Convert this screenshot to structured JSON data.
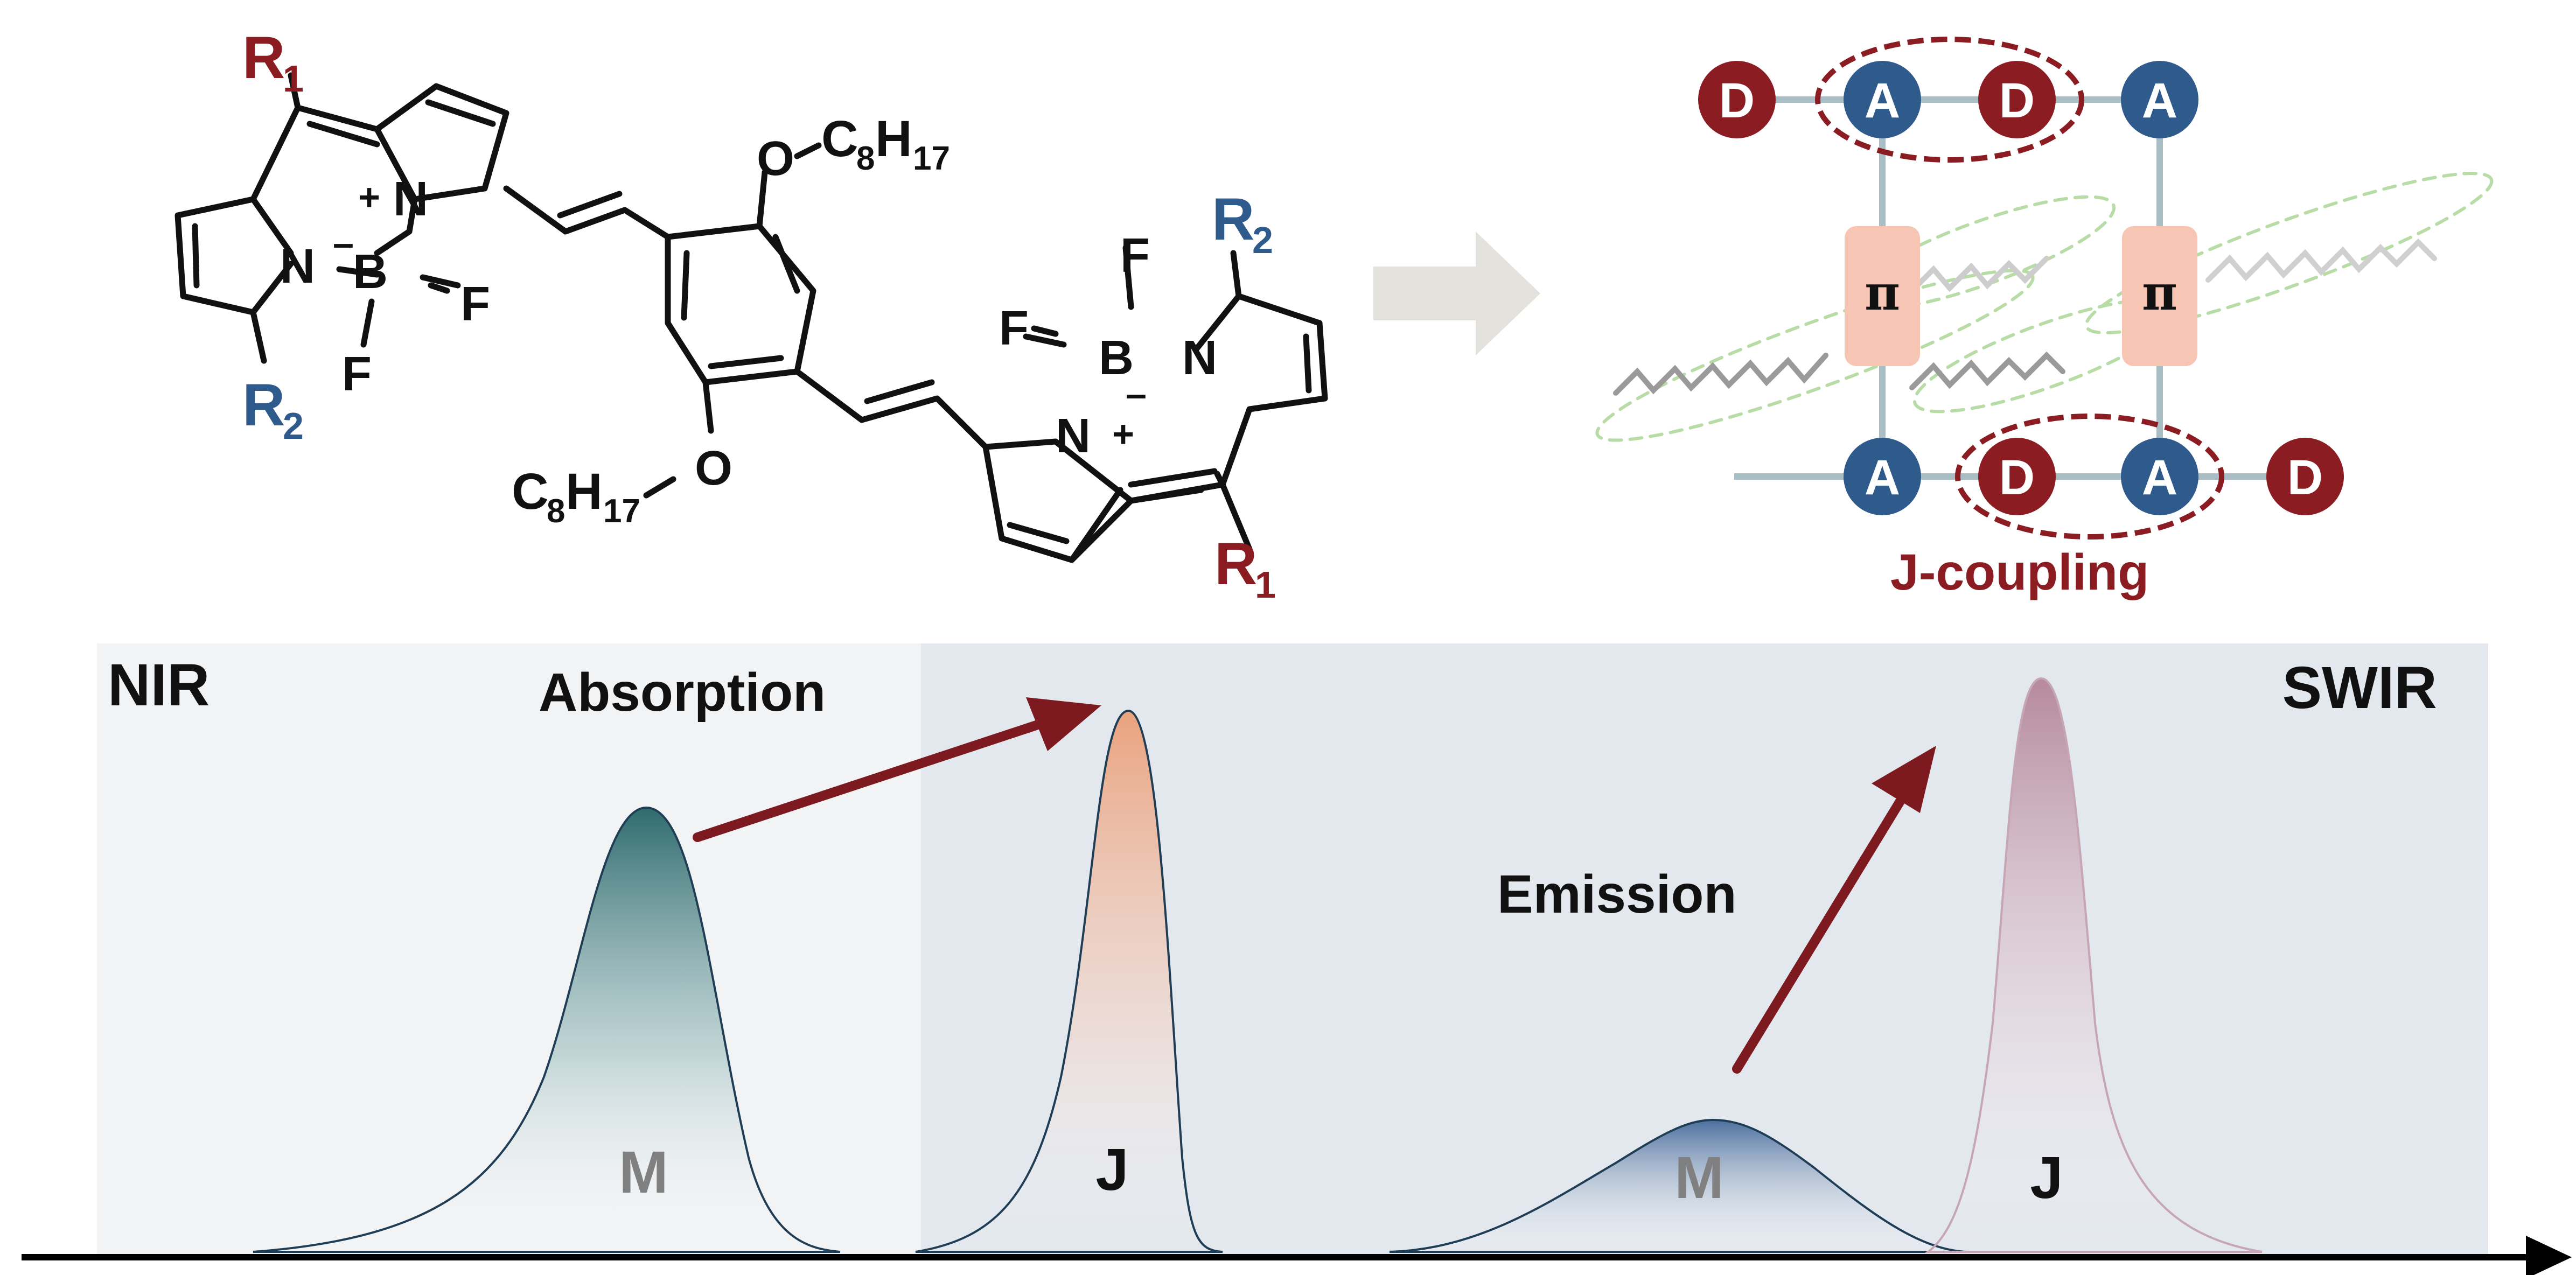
{
  "colors": {
    "red": "#8a1c22",
    "blue": "#2e5b8c",
    "nir_bg": "#f2f3f5",
    "swir_bg": "#e3e8ee",
    "pi_box": "#f6c5b4",
    "arrow_red": "#7d1a1f"
  },
  "molecule": {
    "r1": "R",
    "r1_sub": "1",
    "r2": "R",
    "r2_sub": "2",
    "n": "N",
    "b": "B",
    "f": "F",
    "o": "O",
    "plus": "+",
    "minus": "–",
    "octyl": "C",
    "octyl_c": "8",
    "octyl_h": "H",
    "octyl_h_sub": "17"
  },
  "lattice": {
    "donor": "D",
    "acceptor": "A",
    "pi": "π",
    "label": "J-coupling"
  },
  "spectrum": {
    "left_region": "NIR",
    "right_region": "SWIR",
    "absorption": "Absorption",
    "emission": "Emission",
    "monomer": "M",
    "jaggregate": "J"
  }
}
